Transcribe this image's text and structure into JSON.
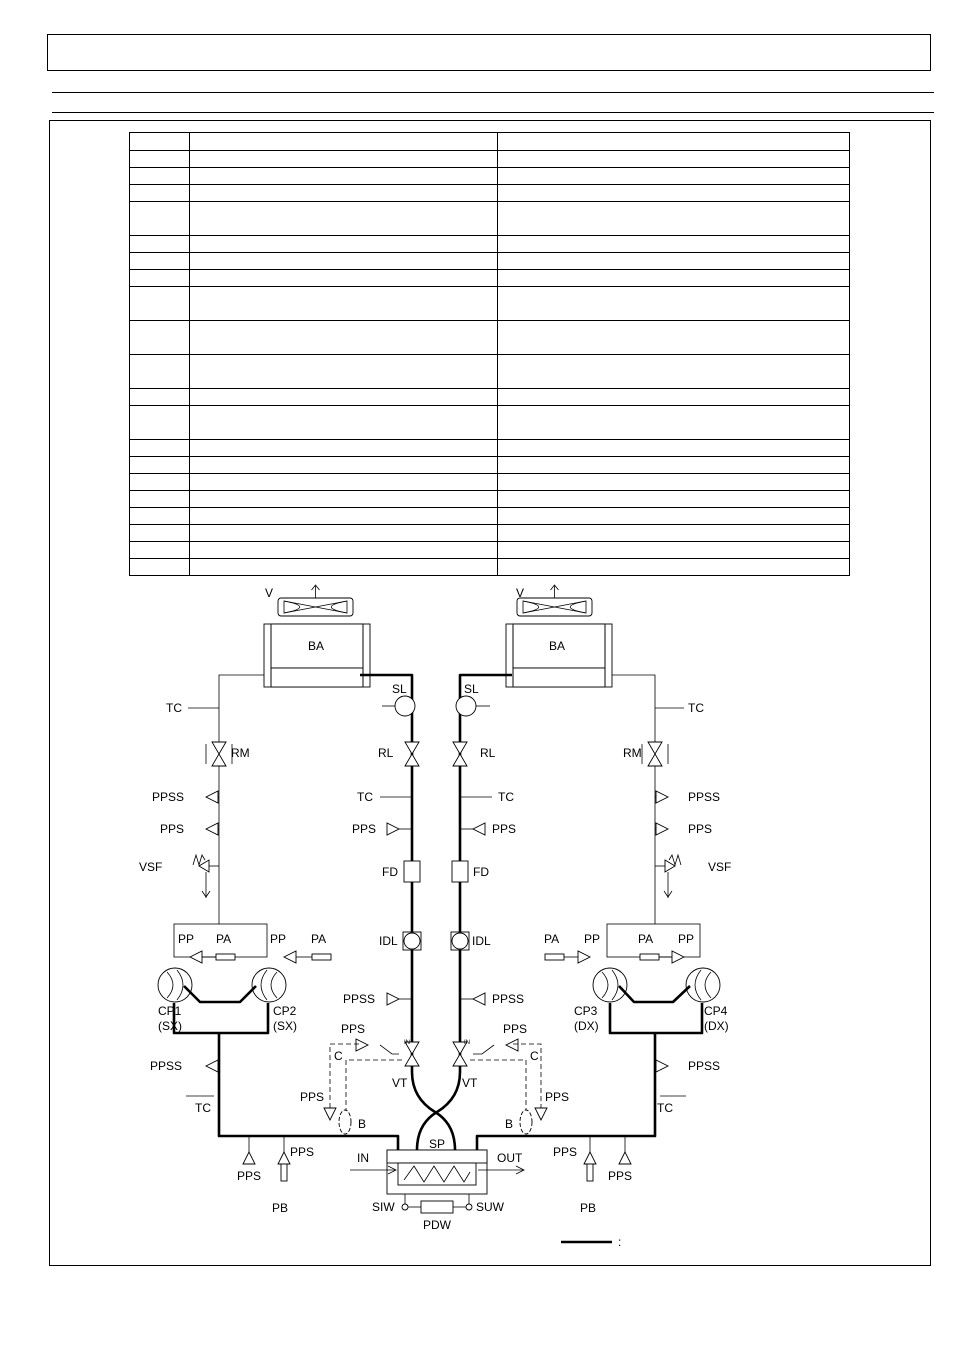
{
  "table": {
    "rows": [
      {
        "code": "",
        "desc": "",
        "note": "",
        "h": 18
      },
      {
        "code": "",
        "desc": "",
        "note": "",
        "h": 17
      },
      {
        "code": "",
        "desc": "",
        "note": "",
        "h": 17
      },
      {
        "code": "",
        "desc": "",
        "note": "",
        "h": 17
      },
      {
        "code": "",
        "desc": "",
        "note": "",
        "h": 34
      },
      {
        "code": "",
        "desc": "",
        "note": "",
        "h": 17
      },
      {
        "code": "",
        "desc": "",
        "note": "",
        "h": 17
      },
      {
        "code": "",
        "desc": "",
        "note": "",
        "h": 17
      },
      {
        "code": "",
        "desc": "",
        "note": "",
        "h": 34
      },
      {
        "code": "",
        "desc": "",
        "note": "",
        "h": 34
      },
      {
        "code": "",
        "desc": "",
        "note": "",
        "h": 34
      },
      {
        "code": "",
        "desc": "",
        "note": "",
        "h": 17
      },
      {
        "code": "",
        "desc": "",
        "note": "",
        "h": 34
      },
      {
        "code": "",
        "desc": "",
        "note": "",
        "h": 17
      },
      {
        "code": "",
        "desc": "",
        "note": "",
        "h": 17
      },
      {
        "code": "",
        "desc": "",
        "note": "",
        "h": 17
      },
      {
        "code": "",
        "desc": "",
        "note": "",
        "h": 17
      },
      {
        "code": "",
        "desc": "",
        "note": "",
        "h": 17
      },
      {
        "code": "",
        "desc": "",
        "note": "",
        "h": 17
      },
      {
        "code": "",
        "desc": "",
        "note": "",
        "h": 17
      },
      {
        "code": "",
        "desc": "",
        "note": "",
        "h": 17
      }
    ]
  },
  "labels": {
    "v": "V",
    "ba": "BA",
    "sl": "SL",
    "tc": "TC",
    "rm": "RM",
    "rl": "RL",
    "ppss": "PPSS",
    "pps": "PPS",
    "vsf": "VSF",
    "fd": "FD",
    "idl": "IDL",
    "pp": "PP",
    "pa": "PA",
    "cp1": "CP1",
    "cp2": "CP2",
    "cp3": "CP3",
    "cp4": "CP4",
    "sx": "(SX)",
    "dx": "(DX)",
    "c": "C",
    "in_small": "IN",
    "vt": "VT",
    "b": "B",
    "sp": "SP",
    "in": "IN",
    "out": "OUT",
    "pb": "PB",
    "siw": "SIW",
    "suw": "SUW",
    "pdw": "PDW",
    "legend_colon": ":"
  }
}
